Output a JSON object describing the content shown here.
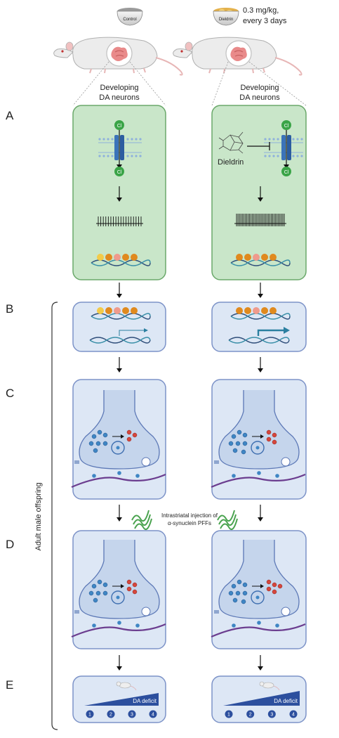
{
  "header": {
    "control_bowl_label": "Control",
    "dieldrin_bowl_label": "Dieldrin",
    "dose_line1": "0.3 mg/kg,",
    "dose_line2": "every 3 days"
  },
  "panels": {
    "A": "A",
    "B": "B",
    "C": "C",
    "D": "D",
    "E": "E"
  },
  "neurons": {
    "left_line1": "Developing",
    "left_line2": "DA neurons",
    "right_line1": "Developing",
    "right_line2": "DA neurons"
  },
  "ions": {
    "cl": "Cl"
  },
  "compound": {
    "name": "Dieldrin"
  },
  "side_label": "Adult male offspring",
  "pff": {
    "line1": "Intrastriatal injection of",
    "line2": "α-synuclein PFFs"
  },
  "deficit": {
    "label": "DA deficit",
    "scale": [
      "1",
      "2",
      "3",
      "4"
    ]
  },
  "colors": {
    "panel_green": "#c9e6c9",
    "panel_blue": "#dde7f5",
    "border_blue": "#7d93c8",
    "channel": "#3b73b9",
    "cl_green": "#3aa447",
    "dopamine_blue": "#3f86c4",
    "dopamine_red": "#d6463c",
    "methyl_orange": "#e08a1e",
    "methyl_yellow": "#f2cb4a",
    "methyl_pink": "#ef9a8c",
    "synapse_purple": "#6b3d8f",
    "deficit_navy": "#2c4f9e"
  }
}
